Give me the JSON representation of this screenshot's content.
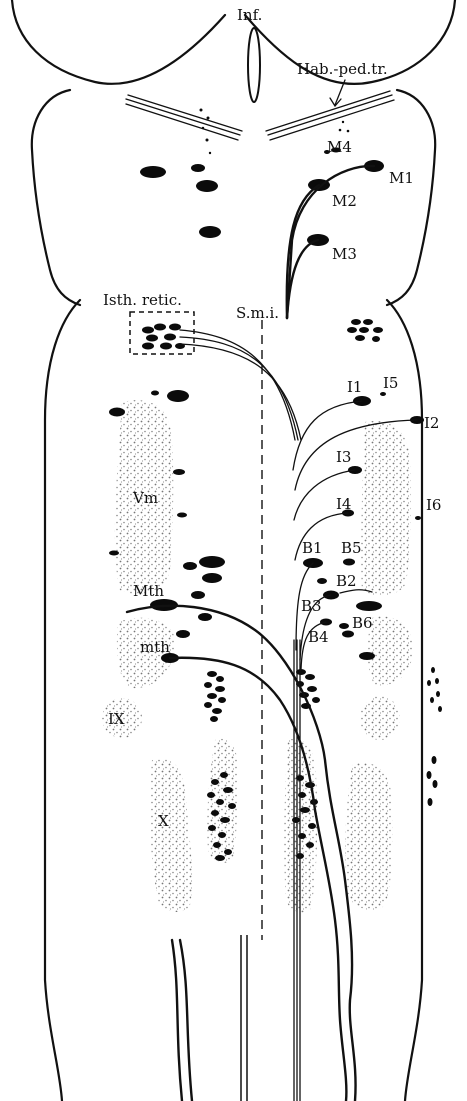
{
  "figure": {
    "labels": {
      "inf": "Inf.",
      "hab_ped_tr": "Hab.-ped.tr.",
      "m1": "M1",
      "m2": "M2",
      "m3": "M3",
      "m4": "M4",
      "isth_retic": "Isth. retic.",
      "smi": "S.m.i.",
      "i1": "I1",
      "i2": "I2",
      "i3": "I3",
      "i4": "I4",
      "i5": "I5",
      "i6": "I6",
      "vm": "Vm",
      "b1": "B1",
      "b2": "B2",
      "b3": "B3",
      "b4": "B4",
      "b5": "B5",
      "b6": "B6",
      "mth_upper": "Mth",
      "mth_lower": "mth",
      "ix": "IX",
      "x": "X"
    },
    "colors": {
      "ink": "#111111",
      "neuron_fill": "#0b0b0b",
      "stipple": "#777777",
      "background": "#ffffff"
    }
  }
}
